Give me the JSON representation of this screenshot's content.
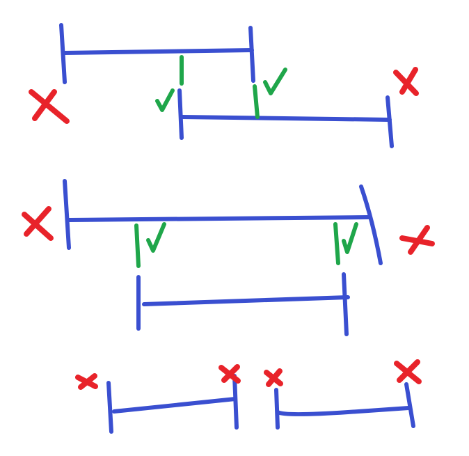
{
  "colors": {
    "background": "#ffffff",
    "interval": "#3a4fd0",
    "cross": "#e8232a",
    "check": "#1fa64a"
  },
  "diagram": {
    "groups": [
      {
        "id": "overlapping-intervals",
        "intervals": 2,
        "crosses": 2,
        "checks": 2
      },
      {
        "id": "nested-intervals",
        "intervals": 2,
        "crosses": 2,
        "checks": 2
      },
      {
        "id": "disjoint-intervals",
        "intervals": 2,
        "crosses": 4,
        "checks": 0
      }
    ]
  }
}
